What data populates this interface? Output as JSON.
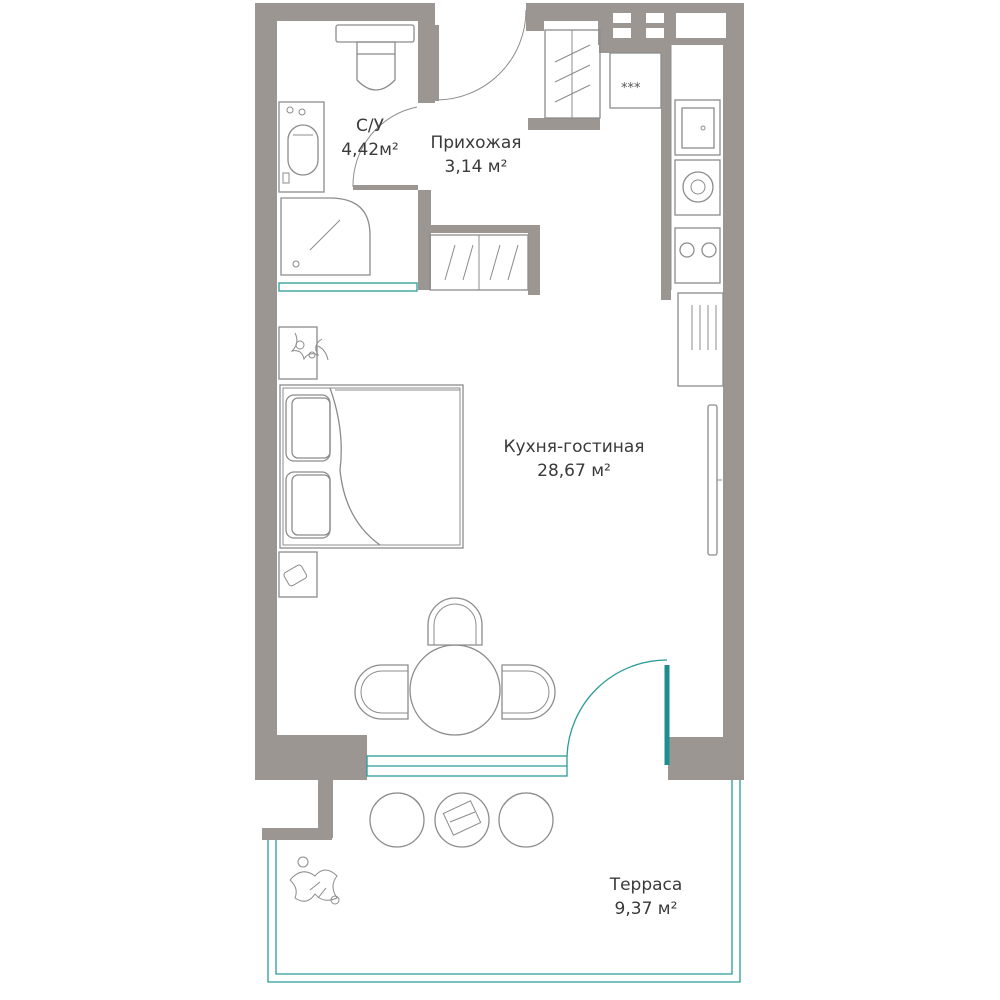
{
  "rooms": {
    "bathroom": {
      "name": "С/У",
      "area": "4,42м²"
    },
    "hallway": {
      "name": "Прихожая",
      "area": "3,14 м²"
    },
    "kitchen_living": {
      "name": "Кухня-гостиная",
      "area": "28,67 м²"
    },
    "terrace": {
      "name": "Терраса",
      "area": "9,37 м²"
    }
  },
  "stove_mark": "***",
  "colors": {
    "wall": "#9b9692",
    "furniture_line": "#8c8c8c",
    "glazing": "#2a9a9a",
    "text": "#3a3a3a"
  }
}
